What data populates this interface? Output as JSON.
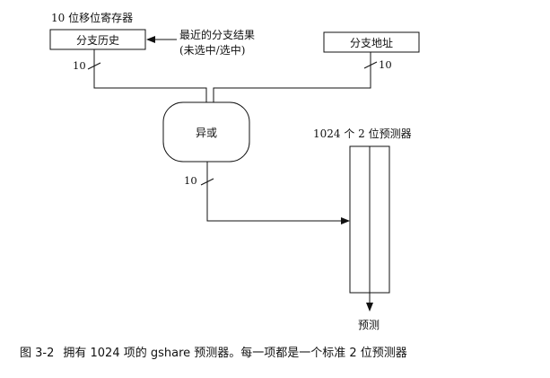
{
  "diagram": {
    "register_title": "10 位移位寄存器",
    "branch_history_label": "分支历史",
    "recent_results_line1": "最近的分支结果",
    "recent_results_line2": "(未选中/选中)",
    "branch_address_label": "分支地址",
    "bits_history": "10",
    "bits_address": "10",
    "xor_label": "异或",
    "bits_xor_out": "10",
    "predictor_table_label": "1024 个 2 位预测器",
    "prediction_label": "预测"
  },
  "caption": {
    "number": "图 3-2",
    "text": "拥有 1024 项的 gshare 预测器。每一项都是一个标准 2 位预测器"
  }
}
